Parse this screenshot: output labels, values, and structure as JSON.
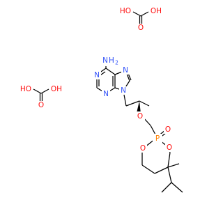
{
  "molecule": {
    "atom_labels": {
      "n_amine": "N",
      "h2_amine": "H",
      "h2_subscript": "2",
      "n_pyr1": "N",
      "n_pyr3": "N",
      "n_im7": "N",
      "n_im9": "N",
      "o_ether": "O",
      "o_phos_dbl": "O",
      "p_atom": "P",
      "o_ring_left": "O",
      "o_ring_right": "O"
    },
    "carbonic_acid_top": {
      "oh_left": "HO",
      "oh_right": "OH",
      "o_dbl": "O"
    },
    "carbonic_acid_left": {
      "oh_left": "HO",
      "oh_right": "OH",
      "o_dbl": "O"
    }
  },
  "colors": {
    "carbon_bond": "#000000",
    "nitrogen": "#3050f8",
    "oxygen": "#ff0d0d",
    "phosphorus": "#ff8000"
  }
}
